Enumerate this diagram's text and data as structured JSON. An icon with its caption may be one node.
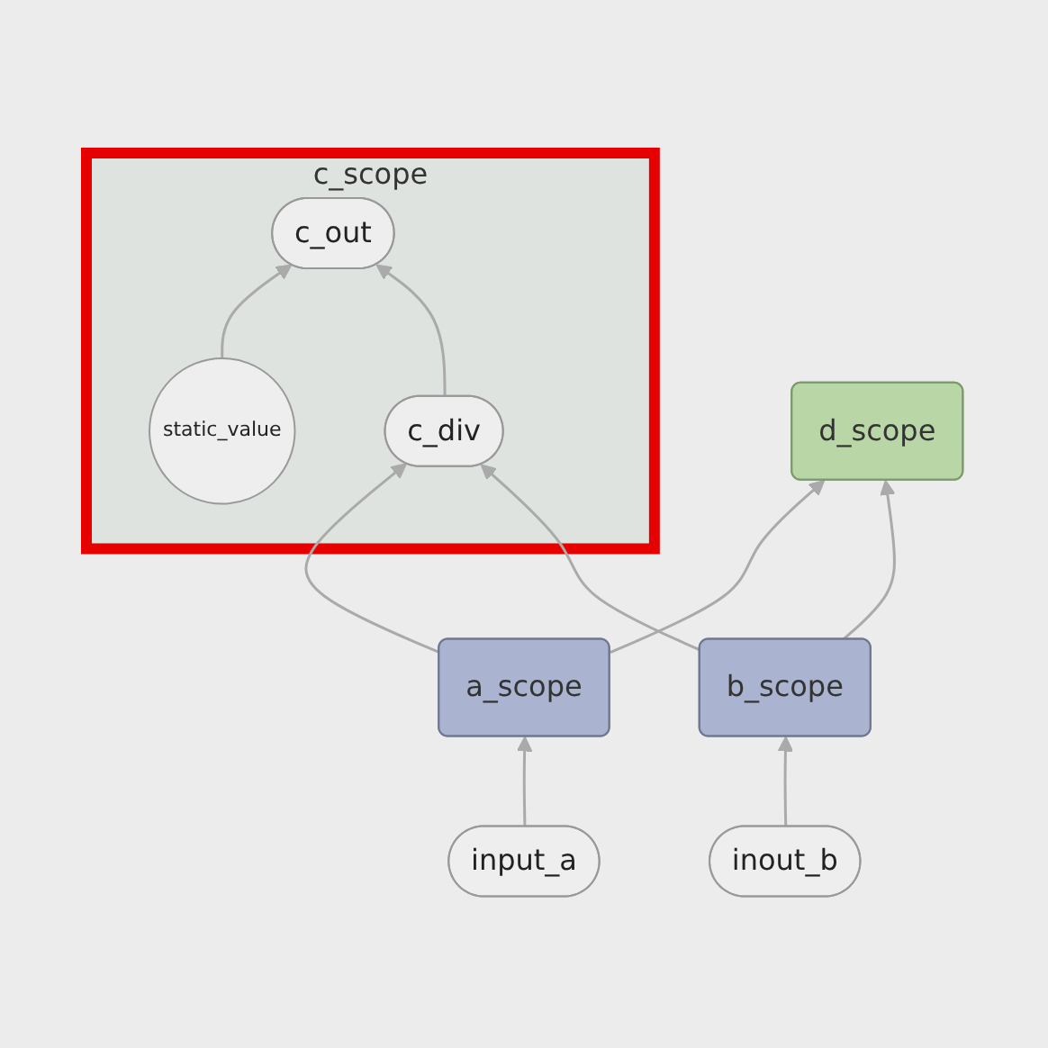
{
  "diagram": {
    "nodes": [
      {
        "text": [
          "c_scope"
        ]
      },
      {
        "text": [
          "static_value"
        ],
        "in": 0
      },
      {
        "text": [
          "c_out"
        ],
        "in": 0
      },
      {
        "text": [
          "c_div"
        ],
        "in": 0
      },
      {
        "text": [
          "d_scope"
        ]
      },
      {
        "text": [
          "a_scope"
        ]
      },
      {
        "text": [
          "b_scope"
        ]
      },
      {
        "text": [
          "input_a"
        ]
      },
      {
        "text": [
          "inout_b"
        ]
      }
    ],
    "edges": [
      {
        "from": 1,
        "to": 2,
        "arrow": "to"
      },
      {
        "from": 3,
        "to": 2,
        "arrow": "to"
      },
      {
        "from": 5,
        "to": 3,
        "arrow": "to"
      },
      {
        "from": 6,
        "to": 3,
        "arrow": "to"
      },
      {
        "from": 5,
        "to": 4,
        "arrow": "to"
      },
      {
        "from": 6,
        "to": 4,
        "arrow": "to"
      },
      {
        "from": 7,
        "to": 5,
        "arrow": "to"
      },
      {
        "from": 8,
        "to": 6,
        "arrow": "to"
      }
    ]
  }
}
